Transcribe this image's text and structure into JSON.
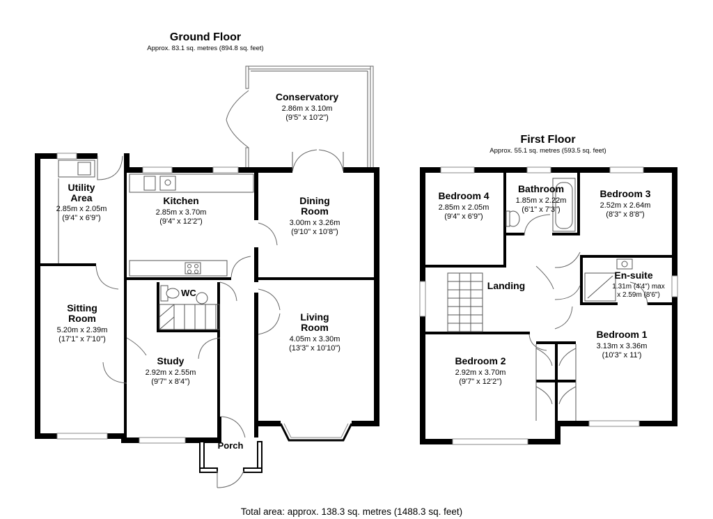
{
  "ground_floor": {
    "title": "Ground Floor",
    "area": "Approx. 83.1 sq. metres (894.8 sq. feet)",
    "rooms": {
      "conservatory": {
        "name": "Conservatory",
        "dims": "2.86m x 3.10m",
        "imperial": "(9'5\" x 10'2\")"
      },
      "utility": {
        "name1": "Utility",
        "name2": "Area",
        "dims": "2.85m x 2.05m",
        "imperial": "(9'4\" x 6'9\")"
      },
      "kitchen": {
        "name": "Kitchen",
        "dims": "2.85m x 3.70m",
        "imperial": "(9'4\" x 12'2\")"
      },
      "dining": {
        "name1": "Dining",
        "name2": "Room",
        "dims": "3.00m x 3.26m",
        "imperial": "(9'10\" x 10'8\")"
      },
      "wc": {
        "name": "WC"
      },
      "sitting": {
        "name1": "Sitting",
        "name2": "Room",
        "dims": "5.20m x 2.39m",
        "imperial": "(17'1\" x 7'10\")"
      },
      "living": {
        "name1": "Living",
        "name2": "Room",
        "dims": "4.05m x 3.30m",
        "imperial": "(13'3\" x 10'10\")"
      },
      "study": {
        "name": "Study",
        "dims": "2.92m x 2.55m",
        "imperial": "(9'7\" x 8'4\")"
      },
      "porch": {
        "name": "Porch"
      }
    }
  },
  "first_floor": {
    "title": "First Floor",
    "area": "Approx. 55.1 sq. metres (593.5 sq. feet)",
    "rooms": {
      "bedroom4": {
        "name": "Bedroom 4",
        "dims": "2.85m x 2.05m",
        "imperial": "(9'4\" x 6'9\")"
      },
      "bathroom": {
        "name": "Bathroom",
        "dims": "1.85m x 2.22m",
        "imperial": "(6'1\" x 7'3\")"
      },
      "bedroom3": {
        "name": "Bedroom 3",
        "dims": "2.52m x 2.64m",
        "imperial": "(8'3\" x 8'8\")"
      },
      "landing": {
        "name": "Landing"
      },
      "ensuite": {
        "name": "En-suite",
        "dims": "1.31m (4'4\") max",
        "imperial": "x 2.59m (8'6\")"
      },
      "bedroom1": {
        "name": "Bedroom 1",
        "dims": "3.13m x 3.36m",
        "imperial": "(10'3\" x 11')"
      },
      "bedroom2": {
        "name": "Bedroom 2",
        "dims": "2.92m x 3.70m",
        "imperial": "(9'7\" x 12'2\")"
      }
    }
  },
  "total_area": "Total area: approx. 138.3 sq. metres (1488.3 sq. feet)"
}
